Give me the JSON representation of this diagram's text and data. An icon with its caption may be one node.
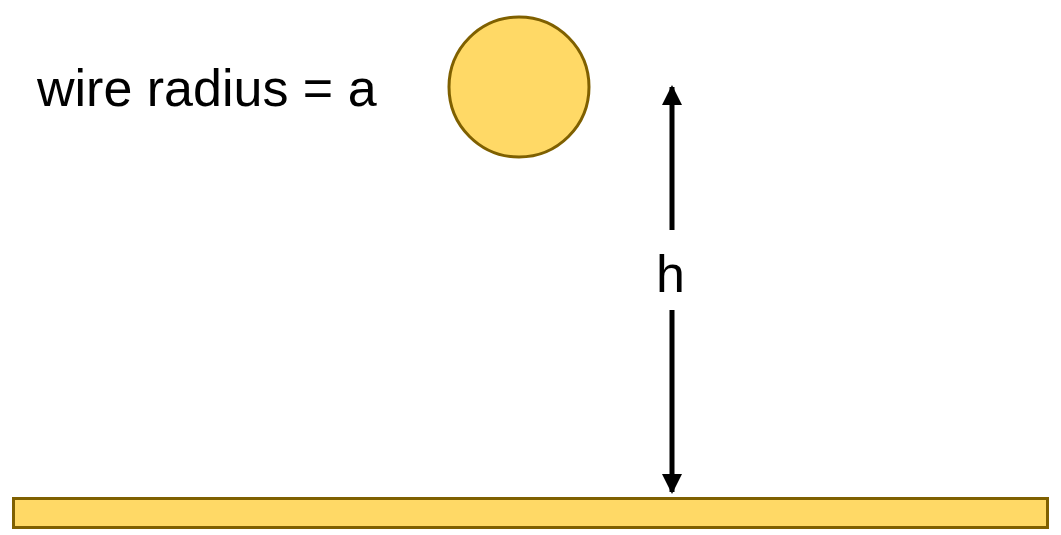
{
  "diagram": {
    "nodes": [
      {
        "text": [],
        "shape": "circle"
      },
      {
        "text": [],
        "shape": "bar"
      }
    ],
    "labels": [
      "wire radius = a",
      "h"
    ]
  }
}
